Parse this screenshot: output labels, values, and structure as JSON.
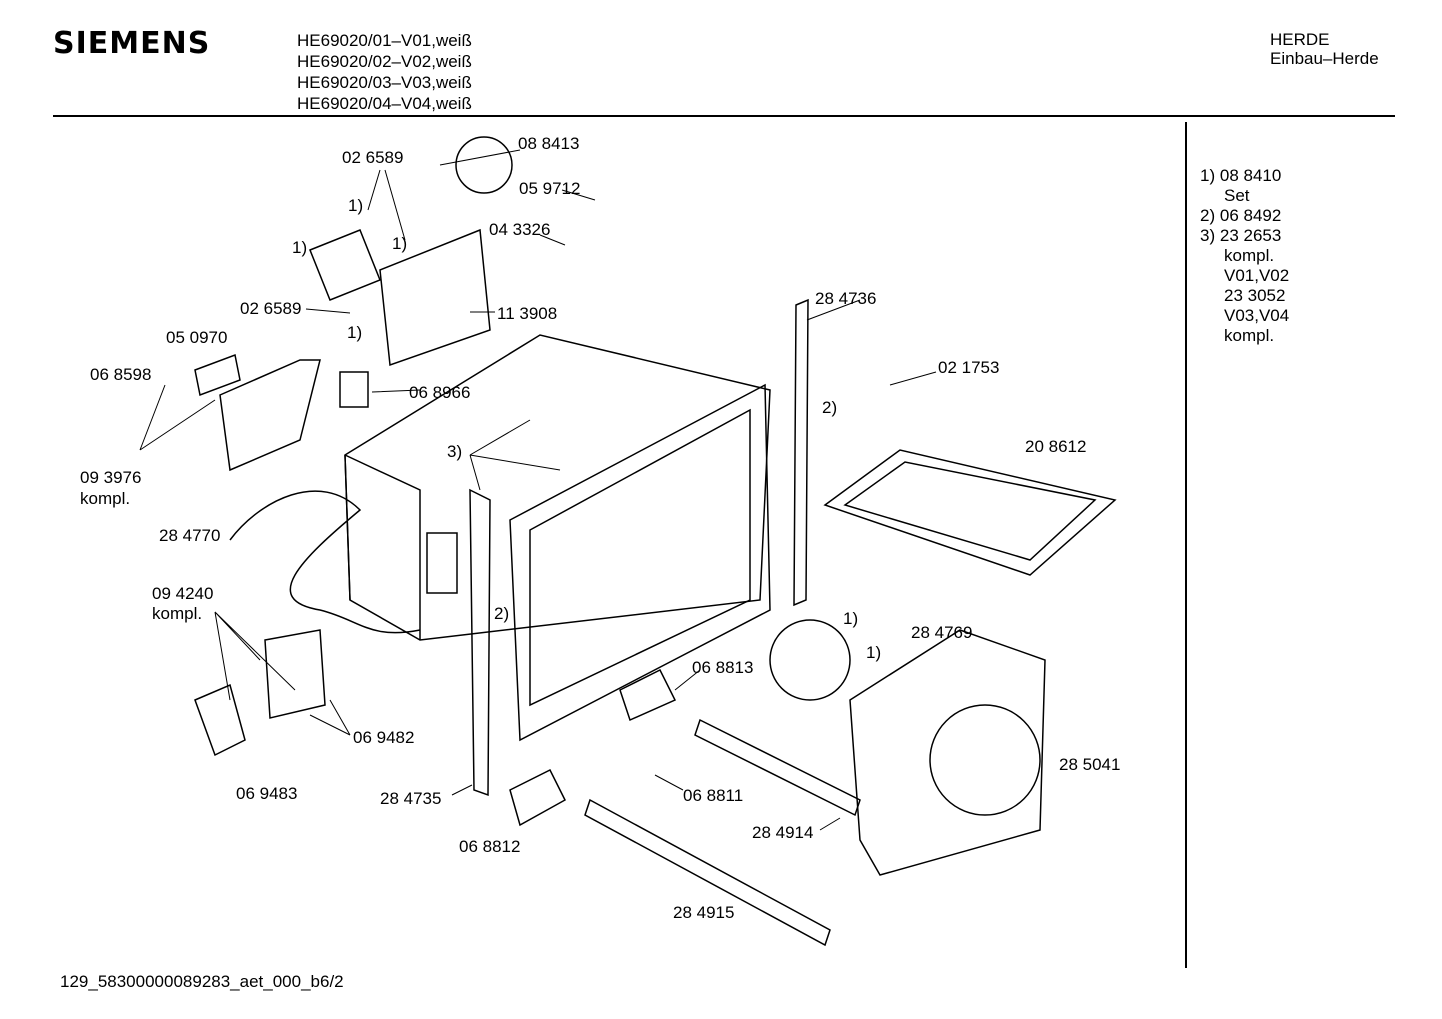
{
  "brand": "SIEMENS",
  "models": [
    "HE69020/01–V01,weiß",
    "HE69020/02–V02,weiß",
    "HE69020/03–V03,weiß",
    "HE69020/04–V04,weiß"
  ],
  "category": [
    "HERDE",
    "Einbau–Herde"
  ],
  "notes": [
    {
      "num": "1)",
      "lines": [
        "08 8410",
        "Set"
      ]
    },
    {
      "num": "2)",
      "lines": [
        "06 8492"
      ]
    },
    {
      "num": "3)",
      "lines": [
        "23 2653",
        "kompl.",
        "V01,V02",
        "23 3052",
        "V03,V04",
        "kompl."
      ]
    }
  ],
  "callouts": [
    "02 6589",
    "08 8413",
    "05 9712",
    "1)",
    "1)",
    "1)",
    "04 3326",
    "02 6589",
    "11 3908",
    "1)",
    "05 0970",
    "06 8598",
    "06 8966",
    "28 4736",
    "02 1753",
    "2)",
    "3)",
    "09 3976",
    "kompl.",
    "20 8612",
    "28 4770",
    "09 4240",
    "kompl.",
    "2)",
    "1)",
    "28 4769",
    "1)",
    "06 8813",
    "06 9482",
    "28 5041",
    "06 9483",
    "28 4735",
    "06 8811",
    "28 4914",
    "06 8812",
    "28 4915"
  ],
  "footer": "129_58300000089283_aet_000_b6/2"
}
